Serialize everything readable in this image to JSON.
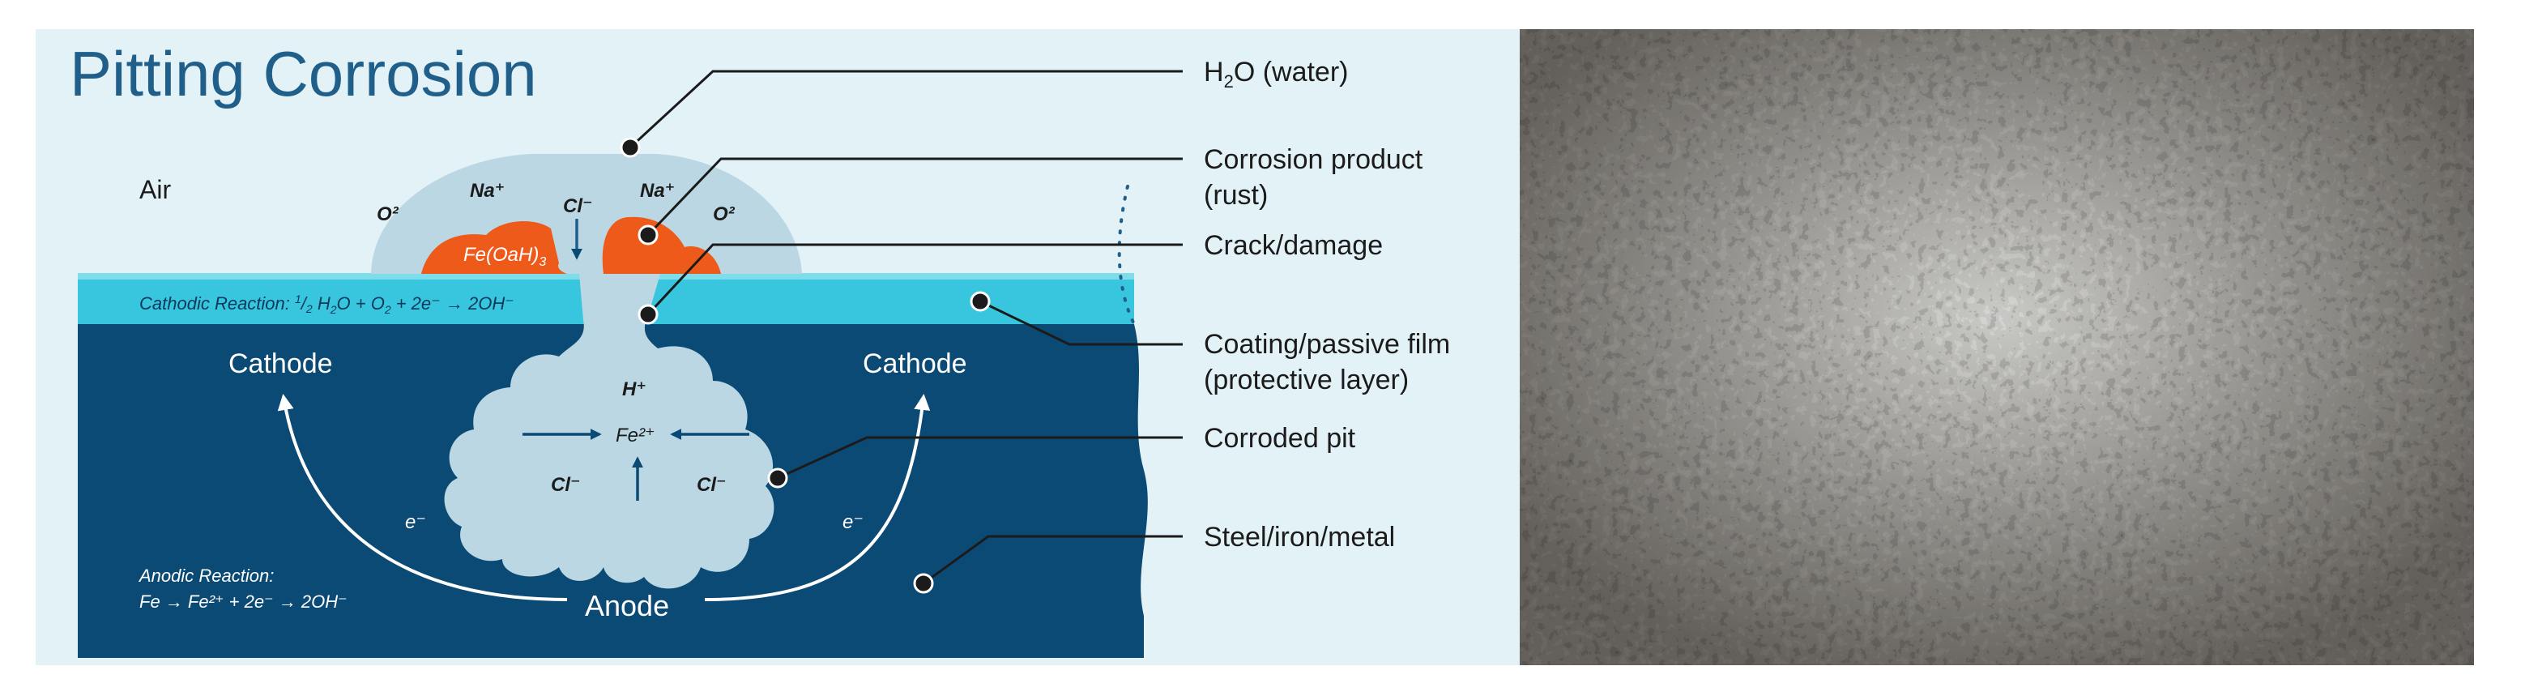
{
  "diagram": {
    "title": "Pitting Corrosion",
    "air_label": "Air",
    "cathodic_reaction": {
      "prefix": "Cathodic Reaction: ",
      "frac_num": "1",
      "frac_den": "2",
      "mid": " H",
      "sub1": "2",
      "o_plus": "O + O",
      "sub2": "2",
      "suffix": " + 2e⁻ → 2OH⁻"
    },
    "anodic_reaction": {
      "line1": "Anodic Reaction:",
      "line2": "Fe → Fe²⁺ + 2e⁻ → 2OH⁻"
    },
    "cathode_left": "Cathode",
    "cathode_right": "Cathode",
    "anode": "Anode",
    "electron_left": "e⁻",
    "electron_right": "e⁻",
    "droplet_ions": {
      "o2_left": "O²",
      "na_left": "Na⁺",
      "cl": "Cl⁻",
      "na_right": "Na⁺",
      "o2_right": "O²",
      "rust": "Fe(OaH)",
      "rust_sub": "3"
    },
    "pit_ions": {
      "h": "H⁺",
      "fe": "Fe²⁺",
      "cl_left": "Cl⁻",
      "cl_right": "Cl⁻"
    },
    "callouts": {
      "water_pre": "H",
      "water_sub": "2",
      "water_post": "O (water)",
      "corrosion_product_l1": "Corrosion product",
      "corrosion_product_l2": "(rust)",
      "crack": "Crack/damage",
      "coating_l1": "Coating/passive film",
      "coating_l2": "(protective layer)",
      "pit": "Corroded pit",
      "metal": "Steel/iron/metal"
    },
    "colors": {
      "panel_bg": "#e3f2f7",
      "metal": "#0b4a74",
      "coating": "#37c6dd",
      "droplet": "#bad7e3",
      "rust": "#ee5a1a",
      "text_dark": "#1b1b1b",
      "title": "#1f5f8a"
    }
  },
  "photo": {
    "subject": "corroded-metal-surface-photo"
  }
}
